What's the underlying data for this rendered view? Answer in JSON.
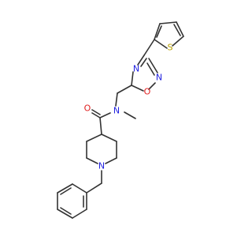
{
  "molecule": {
    "atoms": {
      "sulfur": {
        "symbol": "S",
        "color": "#b8a000"
      },
      "oxadiazole_n_top": {
        "symbol": "N",
        "color": "#2020e0"
      },
      "oxadiazole_n_right": {
        "symbol": "N",
        "color": "#2020e0"
      },
      "oxadiazole_o": {
        "symbol": "O",
        "color": "#e02020"
      },
      "amide_n": {
        "symbol": "N",
        "color": "#2020e0"
      },
      "carbonyl_o": {
        "symbol": "O",
        "color": "#e02020"
      },
      "piperidine_n": {
        "symbol": "N",
        "color": "#2020e0"
      }
    },
    "bond_color": "#333333"
  }
}
